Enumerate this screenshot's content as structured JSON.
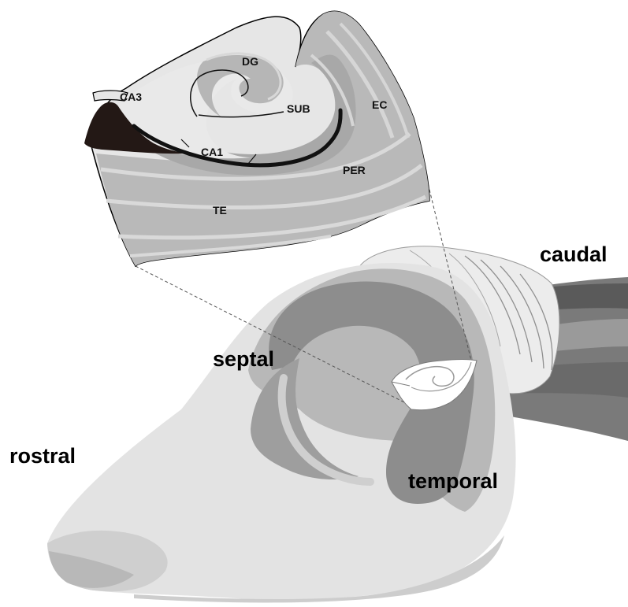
{
  "orientation": {
    "rostral": "rostral",
    "caudal": "caudal",
    "septal": "septal",
    "temporal": "temporal"
  },
  "section_labels": {
    "dg": "DG",
    "ca3": "CA3",
    "sub": "SUB",
    "ec": "EC",
    "ca1": "CA1",
    "per": "PER",
    "te": "TE"
  },
  "colors": {
    "background": "#ffffff",
    "light_gray": "#e4e4e4",
    "mid_gray": "#b4b4b4",
    "dark_gray": "#8a8a8a",
    "dark_fill": "#231815",
    "outline": "#000000"
  }
}
